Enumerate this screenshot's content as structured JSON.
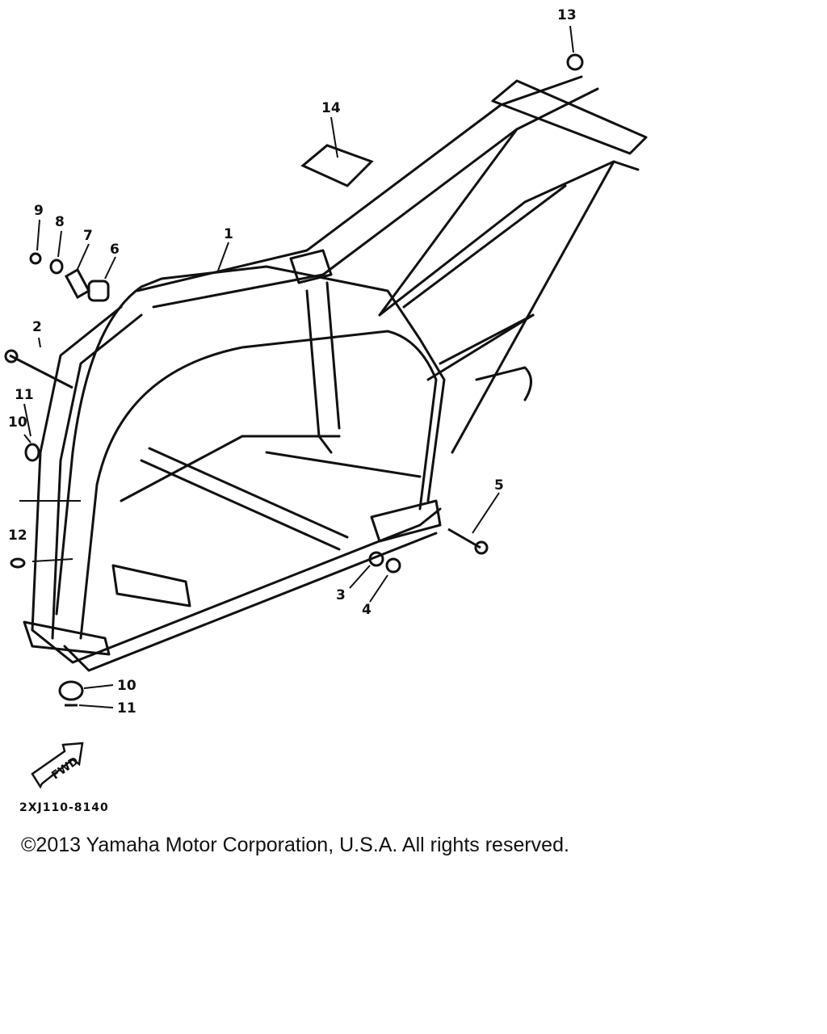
{
  "diagram": {
    "callouts": [
      {
        "id": "c1",
        "label": "1"
      },
      {
        "id": "c2",
        "label": "2"
      },
      {
        "id": "c3",
        "label": "3"
      },
      {
        "id": "c4",
        "label": "4"
      },
      {
        "id": "c5",
        "label": "5"
      },
      {
        "id": "c6",
        "label": "6"
      },
      {
        "id": "c7",
        "label": "7"
      },
      {
        "id": "c8",
        "label": "8"
      },
      {
        "id": "c9",
        "label": "9"
      },
      {
        "id": "c10a",
        "label": "10"
      },
      {
        "id": "c10b",
        "label": "10"
      },
      {
        "id": "c11a",
        "label": "11"
      },
      {
        "id": "c11b",
        "label": "11"
      },
      {
        "id": "c12",
        "label": "12"
      },
      {
        "id": "c13",
        "label": "13"
      },
      {
        "id": "c14",
        "label": "14"
      }
    ],
    "fwd_label": "FWD",
    "diagram_code": "2XJ110-8140"
  },
  "footer": {
    "copyright": "©2013 Yamaha Motor Corporation, U.S.A. All rights reserved."
  }
}
